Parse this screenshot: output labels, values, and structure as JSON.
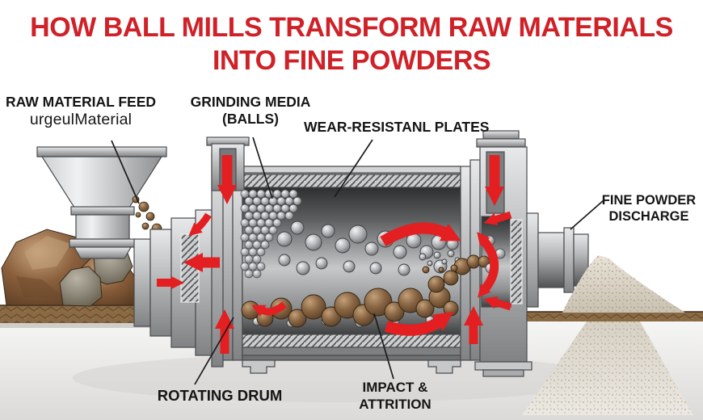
{
  "title": {
    "line1": "HOW BALL MILLS TRANSFORM RAW MATERIALS",
    "line2": "INTO FINE POWDERS",
    "color": "#cf2127"
  },
  "labels": {
    "raw_material_feed": {
      "line1": "RAW MATERIAL FEED",
      "line2": "urgeulMaterial"
    },
    "grinding_media": {
      "line1": "GRINDING MEDIA",
      "line2": "(BALLS)"
    },
    "wear_plates": {
      "line1": "WEAR-RESISTANL PLATES"
    },
    "fine_powder_discharge": {
      "line1": "FINE POWDER",
      "line2": "DISCHARGE"
    },
    "rotating_drum": {
      "line1": "ROTATING DRUM"
    },
    "impact_attrition": {
      "line1": "IMPACT &",
      "line2": "ATTRITION"
    }
  },
  "colors": {
    "title_red": "#cf2127",
    "arrow_red": "#e31f21",
    "label_text": "#151515",
    "metal_light": "#d6d7d9",
    "metal_mid": "#a7a9ab",
    "metal_dark": "#5c5e60",
    "drum_interior_dark": "#2e2f31",
    "ore_brown": "#8a6644",
    "rock_brown": "#8a5f3c",
    "ground_brown": "#8a6a45",
    "powder_beige": "#d9d2c6"
  }
}
